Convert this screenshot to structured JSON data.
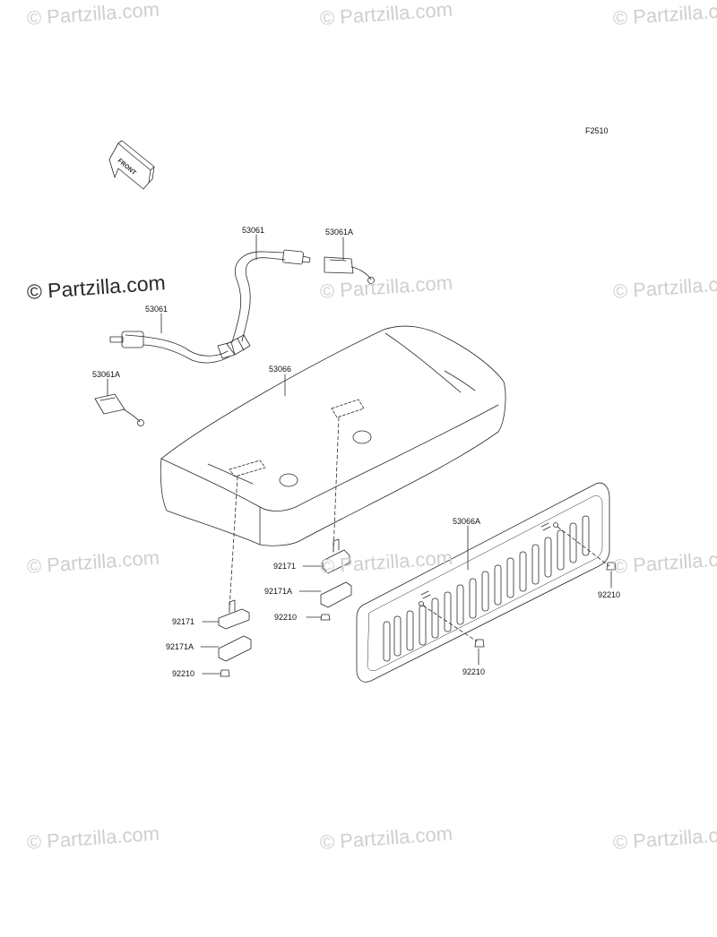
{
  "figure_code": "F2510",
  "front_label": "FRONT",
  "watermark_text": "© Partzilla.com",
  "parts": {
    "belt_left": "53061",
    "belt_right": "53061",
    "buckle_right": "53061A",
    "buckle_left": "53061A",
    "seat": "53066",
    "seat_back": "53066A",
    "bracket_right": "92171",
    "bracket_right_a": "92171A",
    "bracket_left": "92171",
    "bracket_left_a": "92171A",
    "nut_bracket_right": "92210",
    "nut_bracket_left": "92210",
    "nut_back_right": "92210",
    "nut_back_center": "92210"
  },
  "colors": {
    "line": "#2a2a2a",
    "watermark": "#cfcfcf"
  }
}
